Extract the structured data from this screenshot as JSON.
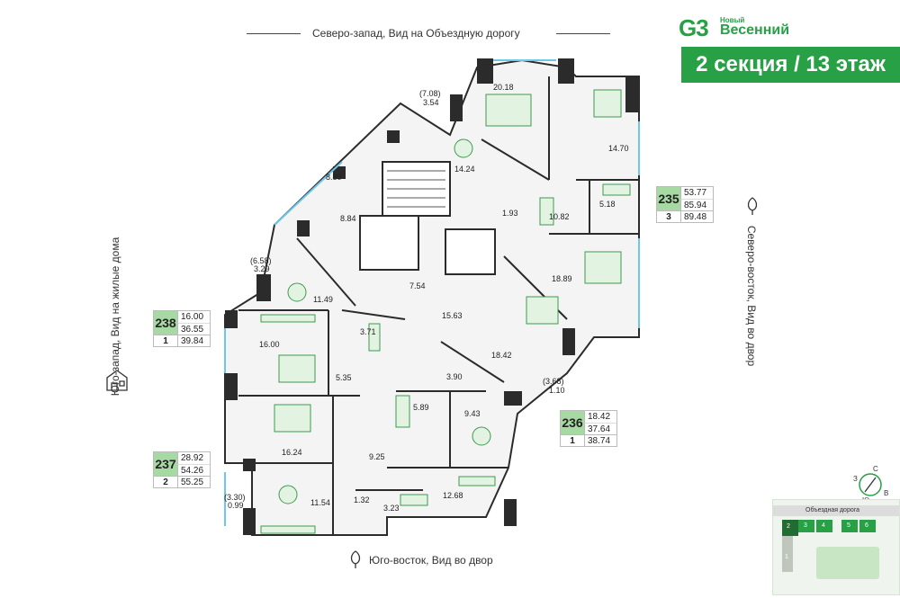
{
  "directions": {
    "north_west": "Северо-запад, Вид на Объездную дорогу",
    "south_west": "Юго-запад, Вид на жилые дома",
    "north_east": "Северо-восток, Вид во двор",
    "south_east": "Юго-восток, Вид во двор"
  },
  "logo": {
    "mark": "G3",
    "small": "Новый",
    "big": "Весенний"
  },
  "section_label": "2 секция / 13 этаж",
  "apartments": [
    {
      "number": "235",
      "living": "53.77",
      "total": "85.94",
      "rooms": "3",
      "total_balcony": "89.48"
    },
    {
      "number": "236",
      "living": "18.42",
      "total": "37.64",
      "rooms": "1",
      "total_balcony": "38.74"
    },
    {
      "number": "237",
      "living": "28.92",
      "total": "54.26",
      "rooms": "2",
      "total_balcony": "55.25"
    },
    {
      "number": "238",
      "living": "16.00",
      "total": "36.55",
      "rooms": "1",
      "total_balcony": "39.84"
    }
  ],
  "room_areas": {
    "r1": "20.18",
    "r2": "(7.08)",
    "r3": "3.54",
    "r4": "14.70",
    "r5": "8.80",
    "r6": "14.24",
    "r7": "8.84",
    "r8": "1.93",
    "r9": "10.82",
    "r10": "5.18",
    "r11": "(6.58)",
    "r12": "3.29",
    "r13": "11.49",
    "r14": "7.54",
    "r15": "18.89",
    "r16": "15.63",
    "r17": "3.71",
    "r18": "16.00",
    "r19": "18.42",
    "r20": "5.35",
    "r21": "3.90",
    "r22": "(3.68)",
    "r23": "1.10",
    "r24": "5.89",
    "r25": "9.43",
    "r26": "16.24",
    "r27": "9.25",
    "r28": "(3.30)",
    "r29": "0.99",
    "r30": "11.54",
    "r31": "1.32",
    "r32": "3.23",
    "r33": "12.68"
  },
  "compass": {
    "north": "С",
    "south": "Ю",
    "east": "В",
    "west": "З"
  },
  "minimap": {
    "road": "Объездная дорога",
    "sections": [
      "1",
      "2",
      "3",
      "4",
      "5",
      "6"
    ]
  },
  "colors": {
    "brand": "#27a046",
    "apt_badge": "#a7d9a3",
    "wall": "#2b2b2b",
    "glass": "#6ec6e8"
  },
  "icons": [
    "north-west-view-icon",
    "south-west-houses-icon",
    "north-east-tree-icon",
    "south-east-tree-icon",
    "compass-icon"
  ]
}
